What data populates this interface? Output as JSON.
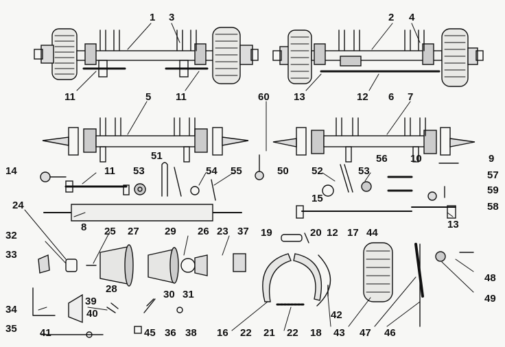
{
  "diagram": {
    "callouts": [
      {
        "key": "1",
        "text": "1"
      },
      {
        "key": "3",
        "text": "3"
      },
      {
        "key": "2",
        "text": "2"
      },
      {
        "key": "4",
        "text": "4"
      },
      {
        "key": "11a",
        "text": "11"
      },
      {
        "key": "11b",
        "text": "11"
      },
      {
        "key": "13a",
        "text": "13"
      },
      {
        "key": "12a",
        "text": "12"
      },
      {
        "key": "60",
        "text": "60"
      },
      {
        "key": "5",
        "text": "5"
      },
      {
        "key": "6",
        "text": "6"
      },
      {
        "key": "7",
        "text": "7"
      },
      {
        "key": "9",
        "text": "9"
      },
      {
        "key": "10",
        "text": "10"
      },
      {
        "key": "14",
        "text": "14"
      },
      {
        "key": "11c",
        "text": "11"
      },
      {
        "key": "53a",
        "text": "53"
      },
      {
        "key": "51",
        "text": "51"
      },
      {
        "key": "54",
        "text": "54"
      },
      {
        "key": "55",
        "text": "55"
      },
      {
        "key": "50",
        "text": "50"
      },
      {
        "key": "52",
        "text": "52"
      },
      {
        "key": "53b",
        "text": "53"
      },
      {
        "key": "56",
        "text": "56"
      },
      {
        "key": "57",
        "text": "57"
      },
      {
        "key": "59",
        "text": "59"
      },
      {
        "key": "58",
        "text": "58"
      },
      {
        "key": "15",
        "text": "15"
      },
      {
        "key": "24",
        "text": "24"
      },
      {
        "key": "8",
        "text": "8"
      },
      {
        "key": "13b",
        "text": "13"
      },
      {
        "key": "32",
        "text": "32"
      },
      {
        "key": "25",
        "text": "25"
      },
      {
        "key": "27",
        "text": "27"
      },
      {
        "key": "29",
        "text": "29"
      },
      {
        "key": "26",
        "text": "26"
      },
      {
        "key": "23",
        "text": "23"
      },
      {
        "key": "37",
        "text": "37"
      },
      {
        "key": "19",
        "text": "19"
      },
      {
        "key": "20",
        "text": "20"
      },
      {
        "key": "12b",
        "text": "12"
      },
      {
        "key": "17",
        "text": "17"
      },
      {
        "key": "44",
        "text": "44"
      },
      {
        "key": "33",
        "text": "33"
      },
      {
        "key": "48",
        "text": "48"
      },
      {
        "key": "28",
        "text": "28"
      },
      {
        "key": "30",
        "text": "30"
      },
      {
        "key": "31",
        "text": "31"
      },
      {
        "key": "39",
        "text": "39"
      },
      {
        "key": "34",
        "text": "34"
      },
      {
        "key": "40",
        "text": "40"
      },
      {
        "key": "49",
        "text": "49"
      },
      {
        "key": "42",
        "text": "42"
      },
      {
        "key": "35",
        "text": "35"
      },
      {
        "key": "41",
        "text": "41"
      },
      {
        "key": "45",
        "text": "45"
      },
      {
        "key": "36",
        "text": "36"
      },
      {
        "key": "38",
        "text": "38"
      },
      {
        "key": "16",
        "text": "16"
      },
      {
        "key": "22a",
        "text": "22"
      },
      {
        "key": "21",
        "text": "21"
      },
      {
        "key": "22b",
        "text": "22"
      },
      {
        "key": "18",
        "text": "18"
      },
      {
        "key": "43",
        "text": "43"
      },
      {
        "key": "47",
        "text": "47"
      },
      {
        "key": "46",
        "text": "46"
      }
    ]
  }
}
